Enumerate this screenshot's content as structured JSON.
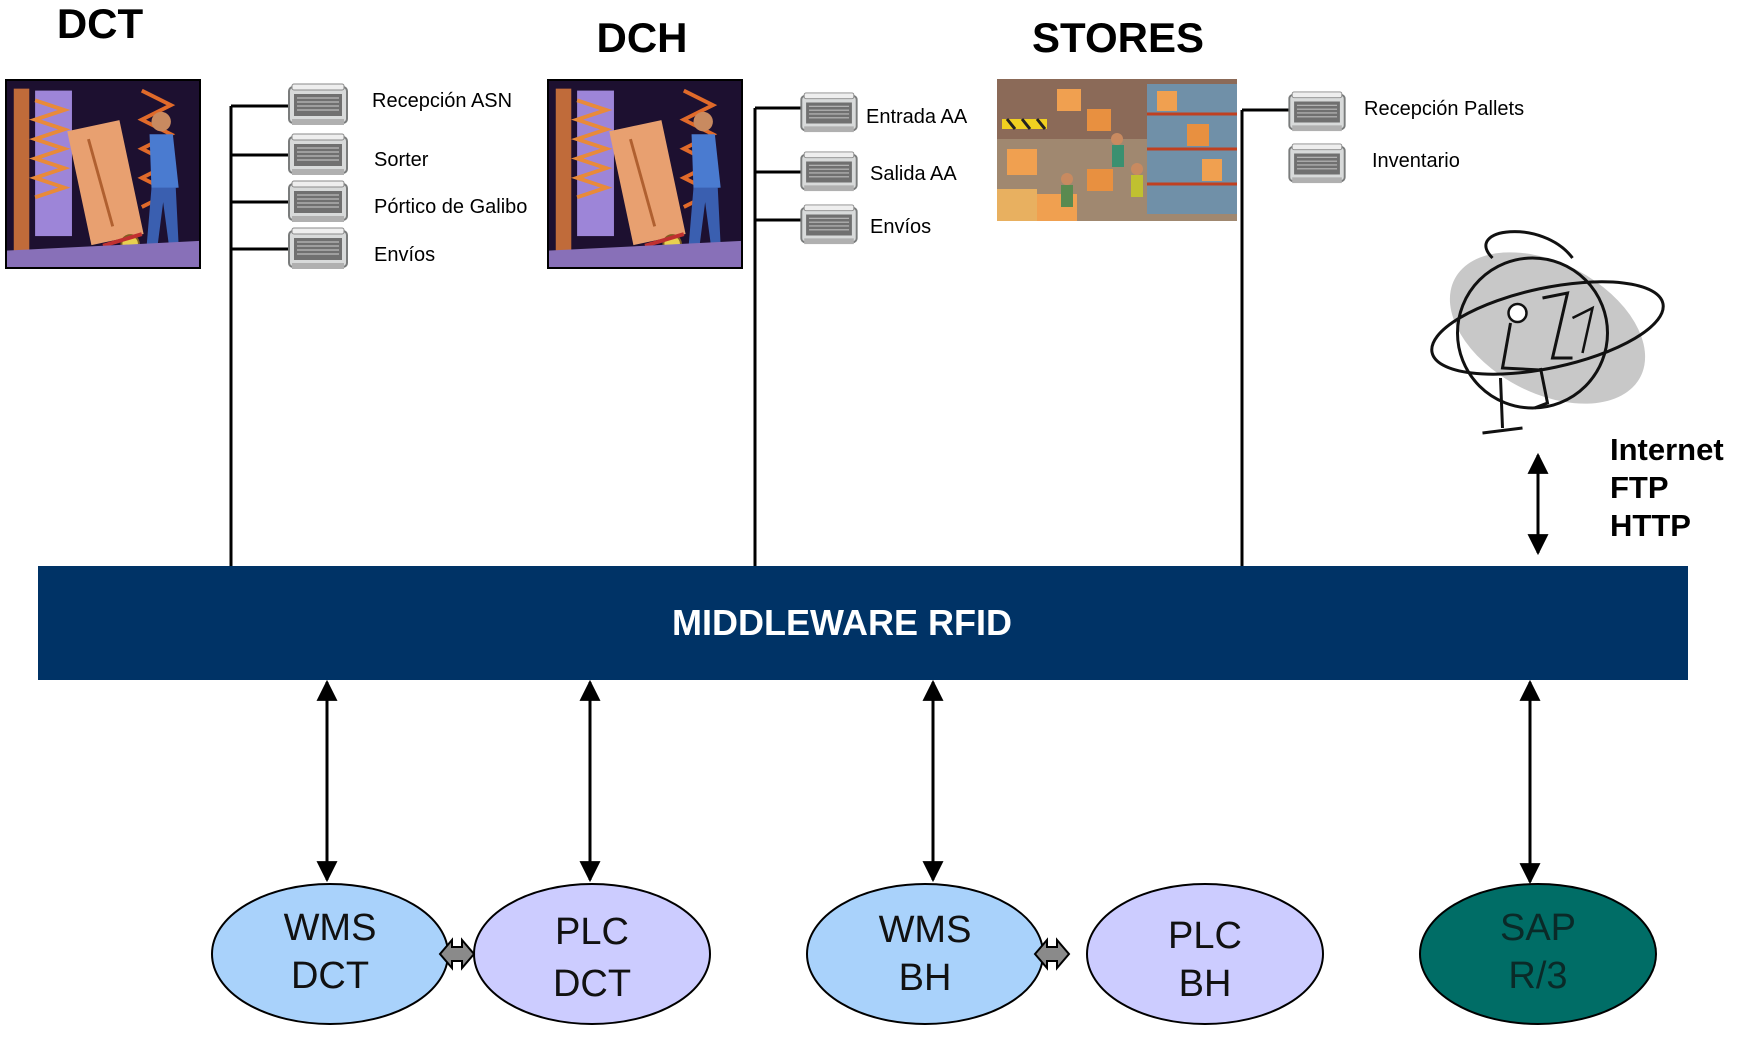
{
  "sites": [
    {
      "title": "DCT",
      "readers": [
        "Recepción ASN",
        "Sorter",
        "Pórtico de Galibo",
        "Envíos"
      ]
    },
    {
      "title": "DCH",
      "readers": [
        "Entrada AA",
        "Salida AA",
        "Envíos"
      ]
    },
    {
      "title": "STORES",
      "readers": [
        "Recepción Pallets",
        "Inventario"
      ]
    }
  ],
  "internet": {
    "lines": [
      "Internet",
      "FTP",
      "HTTP"
    ]
  },
  "middleware": {
    "label": "MIDDLEWARE RFID",
    "color": "#003366"
  },
  "systems": [
    {
      "line1": "WMS",
      "line2": "DCT",
      "color": "#a9d2fb"
    },
    {
      "line1": "PLC",
      "line2": "DCT",
      "color": "#ccccff"
    },
    {
      "line1": "WMS",
      "line2": "BH",
      "color": "#a9d2fb"
    },
    {
      "line1": "PLC",
      "line2": "BH",
      "color": "#ccccff"
    },
    {
      "line1": "SAP",
      "line2": "R/3",
      "color": "#006d66"
    }
  ],
  "icons": {
    "worker": "warehouse-worker-icon",
    "reader": "rfid-reader-icon",
    "warehouse": "warehouse-stores-icon",
    "globe": "internet-globe-icon"
  }
}
